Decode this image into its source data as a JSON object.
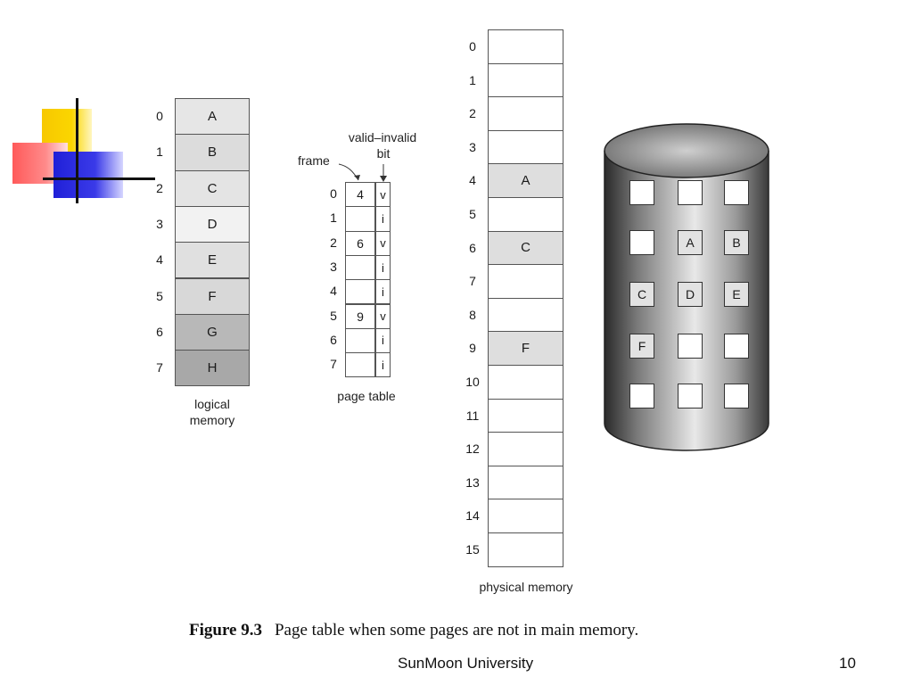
{
  "logical_memory": {
    "indices": [
      "0",
      "1",
      "2",
      "3",
      "4",
      "5",
      "6",
      "7"
    ],
    "pages": [
      "A",
      "B",
      "C",
      "D",
      "E",
      "F",
      "G",
      "H"
    ],
    "caption": "logical\nmemory",
    "shades": [
      "#e6e6e6",
      "#dcdcdc",
      "#e4e4e4",
      "#f2f2f2",
      "#e0e0e0",
      "#d8d8d8",
      "#b8b8b8",
      "#a8a8a8"
    ]
  },
  "page_table": {
    "label_valid_invalid": "valid–invalid",
    "label_bit": "bit",
    "label_frame": "frame",
    "caption": "page table",
    "rows": [
      {
        "index": "0",
        "frame": "4",
        "bit": "v"
      },
      {
        "index": "1",
        "frame": "",
        "bit": "i"
      },
      {
        "index": "2",
        "frame": "6",
        "bit": "v"
      },
      {
        "index": "3",
        "frame": "",
        "bit": "i"
      },
      {
        "index": "4",
        "frame": "",
        "bit": "i"
      },
      {
        "index": "5",
        "frame": "9",
        "bit": "v"
      },
      {
        "index": "6",
        "frame": "",
        "bit": "i"
      },
      {
        "index": "7",
        "frame": "",
        "bit": "i"
      }
    ]
  },
  "physical_memory": {
    "indices": [
      "0",
      "1",
      "2",
      "3",
      "4",
      "5",
      "6",
      "7",
      "8",
      "9",
      "10",
      "11",
      "12",
      "13",
      "14",
      "15"
    ],
    "contents": [
      "",
      "",
      "",
      "",
      "A",
      "",
      "C",
      "",
      "",
      "F",
      "",
      "",
      "",
      "",
      "",
      ""
    ],
    "caption": "physical memory"
  },
  "disk": {
    "slots": [
      "",
      "",
      "",
      "",
      "A",
      "B",
      "C",
      "D",
      "E",
      "F",
      "",
      "",
      "",
      "",
      ""
    ]
  },
  "figure_caption": {
    "number": "Figure 9.3",
    "text": "Page table when some pages are not in main memory."
  },
  "footer": {
    "institution": "SunMoon University",
    "slide_number": "10"
  }
}
